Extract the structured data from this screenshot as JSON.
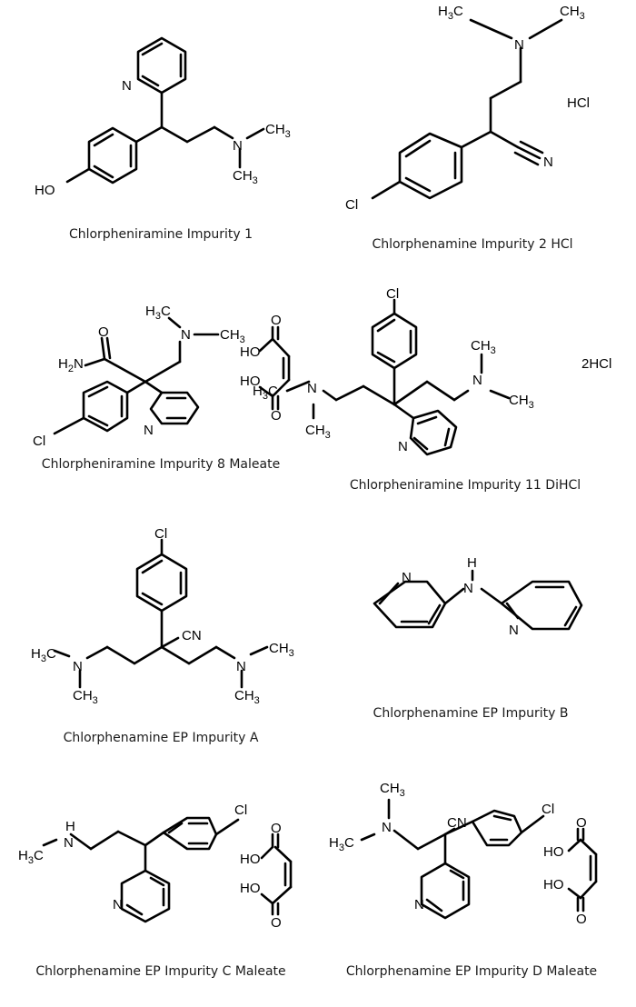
{
  "compounds": [
    {
      "caption": "Chlorpheniramine Impurity 1",
      "labels": {
        "n_ring": "N",
        "ho": "HO",
        "n_amine": "N",
        "methyl": "CH",
        "three": "3"
      }
    },
    {
      "caption": "Chlorphenamine Impurity 2 HCl",
      "labels": {
        "h": "H",
        "three": "3",
        "c": "C",
        "n_amine": "N",
        "ch": "CH",
        "hcl": "HCl",
        "cl": "Cl",
        "n_nitrile": "N"
      }
    },
    {
      "caption": "Chlorpheniramine Impurity 8 Maleate",
      "labels": {
        "h": "H",
        "three": "3",
        "c": "C",
        "n_amine": "N",
        "ch": "CH",
        "o": "O",
        "h2n": "H",
        "two": "2",
        "n": "N",
        "cl": "Cl",
        "ho": "HO",
        "n_ring": "N"
      }
    },
    {
      "caption": "Chlorpheniramine Impurity 11 DiHCl",
      "labels": {
        "cl": "Cl",
        "ch": "CH",
        "three": "3",
        "n_amine": "N",
        "salt": "2HCl",
        "h": "H",
        "c": "C",
        "n_ring": "N"
      }
    },
    {
      "caption": "Chlorphenamine EP Impurity A",
      "labels": {
        "cl": "Cl",
        "cn": "CN",
        "h": "H",
        "three": "3",
        "c": "C",
        "n": "N",
        "ch": "CH"
      }
    },
    {
      "caption": "Chlorphenamine EP Impurity B",
      "labels": {
        "h": "H",
        "n": "N"
      }
    },
    {
      "caption": "Chlorphenamine EP Impurity C Maleate",
      "labels": {
        "cl": "Cl",
        "h": "H",
        "n": "N",
        "three": "3",
        "c": "C",
        "ho": "HO",
        "o": "O",
        "n_ring": "N"
      }
    },
    {
      "caption": "Chlorphenamine EP Impurity D Maleate",
      "labels": {
        "ch": "CH",
        "three": "3",
        "cn": "CN",
        "cl": "Cl",
        "h": "H",
        "c": "C",
        "n": "N",
        "o": "O",
        "ho": "HO",
        "n_ring": "N"
      }
    }
  ]
}
